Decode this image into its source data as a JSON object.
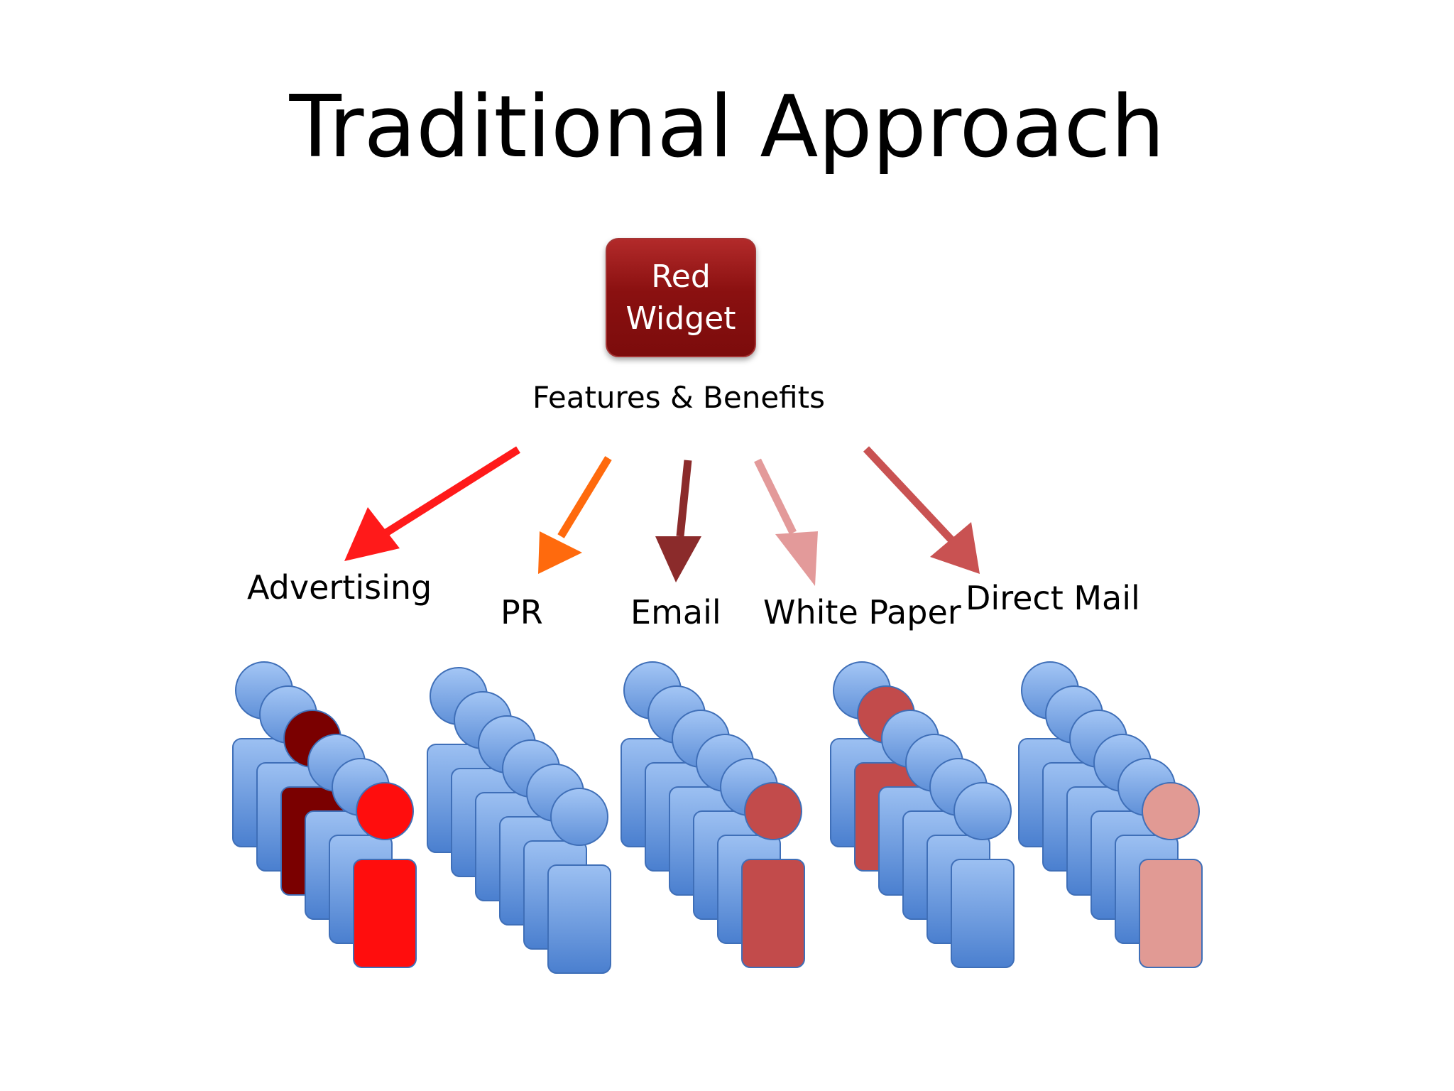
{
  "title": "Traditional Approach",
  "product": {
    "line1": "Red",
    "line2": "Widget"
  },
  "subtitle": "Features & Benefits",
  "channels": [
    {
      "label": "Advertising",
      "arrow_color": "#ff1a1a"
    },
    {
      "label": "PR",
      "arrow_color": "#ff6a0d"
    },
    {
      "label": "Email",
      "arrow_color": "#8b2b2b"
    },
    {
      "label": "White Paper",
      "arrow_color": "#e39a9a"
    },
    {
      "label": "Direct Mail",
      "arrow_color": "#c95252"
    }
  ],
  "colors": {
    "person_default": "#6f9fe0",
    "person_default_dark": "#3f74c4",
    "widget_fill": "#8a1010"
  },
  "audiences": [
    {
      "channel": "Advertising",
      "highlights": [
        {
          "index": 2,
          "color": "#7a0000"
        },
        {
          "index": 5,
          "color": "#ff0d0d"
        }
      ]
    },
    {
      "channel": "PR",
      "highlights": []
    },
    {
      "channel": "Email",
      "highlights": [
        {
          "index": 5,
          "color": "#c24b4b"
        }
      ]
    },
    {
      "channel": "White Paper",
      "highlights": [
        {
          "index": 1,
          "color": "#c24b4b"
        }
      ]
    },
    {
      "channel": "Direct Mail",
      "highlights": [
        {
          "index": 5,
          "color": "#e19a94"
        }
      ]
    }
  ]
}
